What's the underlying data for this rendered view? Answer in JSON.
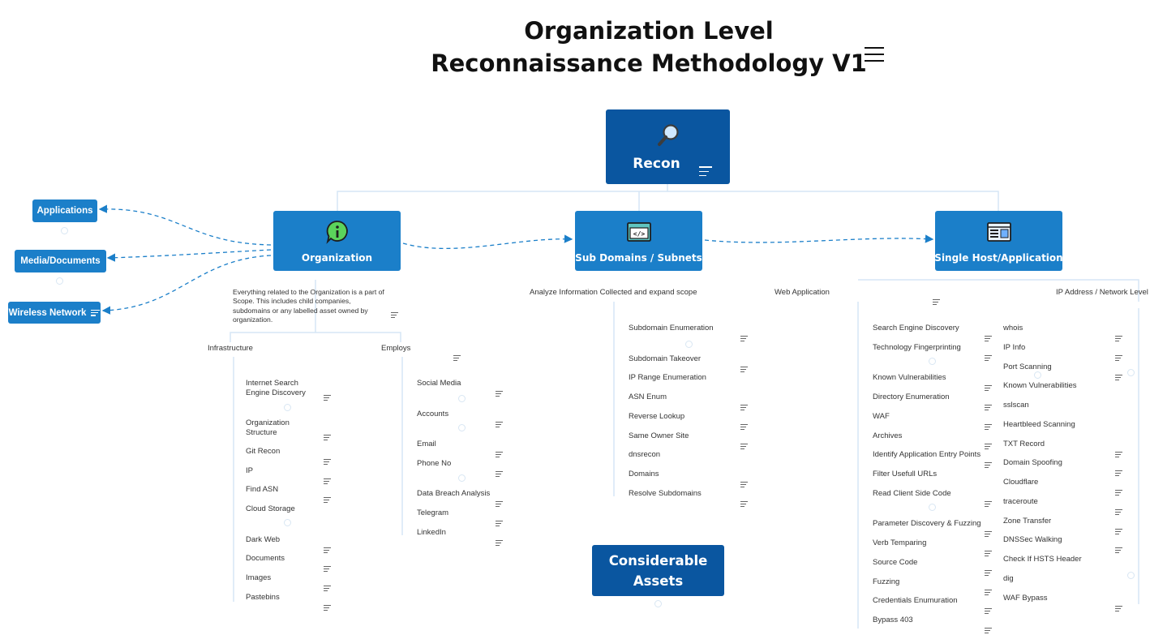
{
  "title": {
    "line1": "Organization Level",
    "line2": "Reconnaissance Methodology V1"
  },
  "root": {
    "label": "Recon",
    "icon": "magnifier-icon"
  },
  "branches": {
    "organization": {
      "label": "Organization",
      "icon": "info-icon"
    },
    "subdomains": {
      "label": "Sub Domains / Subnets",
      "icon": "code-window-icon"
    },
    "single_host": {
      "label": "Single Host/Application",
      "icon": "browser-window-icon"
    }
  },
  "left_nodes": [
    "Applications",
    "Media/Documents",
    "Wireless Network"
  ],
  "organization": {
    "description": "Everything related to the Organization is a part of Scope. This includes child companies, subdomains or any labelled asset owned by organization.",
    "infrastructure_label": "Infrastructure",
    "employs_label": "Employs",
    "infrastructure_items": [
      "Internet Search Engine Discovery",
      "Organization Structure",
      "Git Recon",
      "IP",
      "Find ASN",
      "Cloud Storage",
      "Dark Web",
      "Documents",
      "Images",
      "Pastebins"
    ],
    "employs_items": [
      "Social Media",
      "Accounts",
      "Email",
      "Phone No",
      "Data Breach Analysis",
      "Telegram",
      "LinkedIn"
    ]
  },
  "subdomains": {
    "description": "Analyze Information Collected and expand scope",
    "items": [
      "Subdomain Enumeration",
      "Subdomain Takeover",
      "IP Range Enumeration",
      "ASN Enum",
      "Reverse Lookup",
      "Same Owner Site",
      "dnsrecon",
      "Domains",
      "Resolve Subdomains"
    ]
  },
  "single_host": {
    "web_label": "Web Application",
    "ip_label": "IP Address / Network Level",
    "web_items": [
      "Search Engine Discovery",
      "Technology Fingerprinting",
      "Known Vulnerabilities",
      "Directory Enumeration",
      "WAF",
      "Archives",
      "Identify Application Entry Points",
      "Filter Usefull URLs",
      "Read Client Side Code",
      "Parameter Discovery & Fuzzing",
      "Verb Temparing",
      "Source Code",
      "Fuzzing",
      "Credentials Enumuration",
      "Bypass 403"
    ],
    "ip_items": [
      "whois",
      "IP Info",
      "Port Scanning",
      "Known Vulnerabilities",
      "sslscan",
      "Heartbleed Scanning",
      "TXT Record",
      "Domain Spoofing",
      "Cloudflare",
      "traceroute",
      "Zone Transfer",
      "DNSSec Walking",
      "Check If HSTS Header",
      "dig",
      "WAF Bypass"
    ]
  },
  "considerable": {
    "line1": "Considerable",
    "line2": "Assets"
  },
  "colors": {
    "box_blue": "#1b7fc9",
    "box_dark": "#0a56a0",
    "connector": "#d8e6f3",
    "dashed_link": "#1b7fc9"
  }
}
